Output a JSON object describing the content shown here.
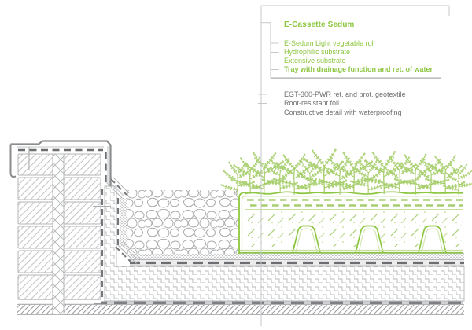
{
  "legend": {
    "title": "E-Cassette Sedum",
    "system_items": [
      "E-Sedum Light vegetable roll",
      "Hydrophilic substrate",
      "Extensive substrate",
      "Tray with drainage function and ret. of water"
    ],
    "other_items": [
      "EGT-300-PWR ret. and prot. geotextile",
      "Root-resistant foil",
      "Constructive detail with waterproofing"
    ],
    "colors": {
      "green": "#8CC63F",
      "gray_text": "#6D6E71",
      "rule_gray": "#BCBEC0",
      "line_gray": "#C6C7C9",
      "dark_membrane": "#6D6E71"
    }
  }
}
